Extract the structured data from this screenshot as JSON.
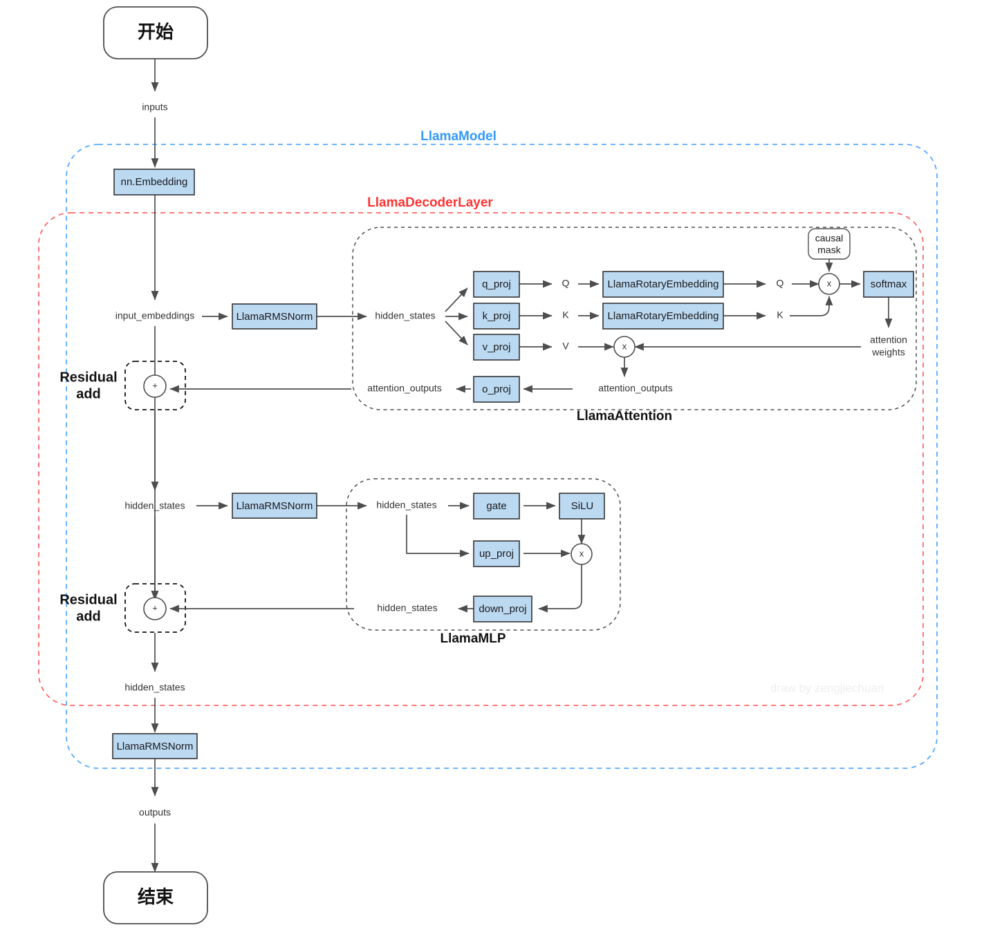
{
  "diagram": {
    "title_watermark": "draw by zengjiechuan",
    "groups": {
      "model": {
        "label": "LlamaModel",
        "color": "#3399ff"
      },
      "decoder": {
        "label": "LlamaDecoderLayer",
        "color": "#ff3333"
      },
      "attention": {
        "label": "LlamaAttention"
      },
      "mlp": {
        "label": "LlamaMLP"
      },
      "residual_add_1": {
        "label_line1": "Residual",
        "label_line2": "add"
      },
      "residual_add_2": {
        "label_line1": "Residual",
        "label_line2": "add"
      }
    },
    "terminals": {
      "start": "开始",
      "end": "结束"
    },
    "nodes": {
      "embedding": "nn.Embedding",
      "rmsnorm_attn": "LlamaRMSNorm",
      "rmsnorm_mlp": "LlamaRMSNorm",
      "rmsnorm_final": "LlamaRMSNorm",
      "q_proj": "q_proj",
      "k_proj": "k_proj",
      "v_proj": "v_proj",
      "o_proj": "o_proj",
      "rotary_q": "LlamaRotaryEmbedding",
      "rotary_k": "LlamaRotaryEmbedding",
      "softmax": "softmax",
      "causal_mask_line1": "causal",
      "causal_mask_line2": "mask",
      "gate": "gate",
      "silu": "SiLU",
      "up_proj": "up_proj",
      "down_proj": "down_proj"
    },
    "operators": {
      "add_1": "+",
      "add_2": "+",
      "mul_qk": "x",
      "mul_av": "x",
      "mul_mlp": "x"
    },
    "edge_labels": {
      "inputs": "inputs",
      "input_embeddings": "input_embeddings",
      "hidden_states_attn_in": "hidden_states",
      "hidden_states_mlp_pre": "hidden_states",
      "hidden_states_mlp_in": "hidden_states",
      "hidden_states_mlp_out": "hidden_states",
      "hidden_states_final": "hidden_states",
      "q_label": "Q",
      "k_label": "K",
      "v_label": "V",
      "q_rope": "Q",
      "k_rope": "K",
      "attention_weights_line1": "attention",
      "attention_weights_line2": "weights",
      "attention_outputs_inner": "attention_outputs",
      "attention_outputs_outer": "attention_outputs",
      "outputs": "outputs"
    },
    "colors": {
      "node_fill": "#bcd9f2",
      "node_stroke": "#333333",
      "edge": "#4d4d4d",
      "model_group": "#55aaff",
      "decoder_group": "#ff6666",
      "watermark": "#f0eded"
    }
  }
}
